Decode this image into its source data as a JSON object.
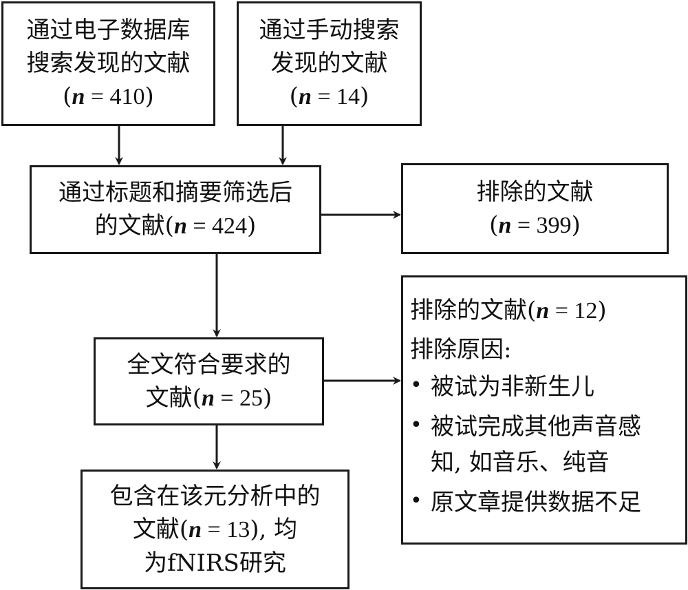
{
  "diagram": {
    "type": "flowchart",
    "nodes": {
      "database_search": {
        "lines": [
          "通过电子数据库",
          "搜索发现的文献"
        ],
        "n_prefix": "(",
        "n_label": "n",
        "n_eq": " = ",
        "n_value": "410",
        "n_suffix": ")"
      },
      "manual_search": {
        "lines": [
          "通过手动搜索",
          "发现的文献"
        ],
        "n_prefix": "(",
        "n_label": "n",
        "n_eq": " = ",
        "n_value": "14",
        "n_suffix": ")"
      },
      "screened": {
        "line1": "通过标题和摘要筛选后",
        "line2_prefix": "的文献(",
        "n_label": "n",
        "n_eq": " = ",
        "n_value": "424",
        "n_suffix": ")"
      },
      "excluded_screening": {
        "line1": "排除的文献",
        "n_prefix": "(",
        "n_label": "n",
        "n_eq": " = ",
        "n_value": "399",
        "n_suffix": ")"
      },
      "full_text": {
        "line1": "全文符合要求的",
        "line2_prefix": "文献(",
        "n_label": "n",
        "n_eq": " = ",
        "n_value": "25",
        "n_suffix": ")"
      },
      "excluded_full_text": {
        "title_prefix": "排除的文献(",
        "n_label": "n",
        "n_eq": " = ",
        "n_value": "12",
        "n_suffix": ")",
        "reasons_heading": "排除原因:",
        "bullet_char": "•",
        "reasons": [
          {
            "lines": [
              "被试为非新生儿"
            ]
          },
          {
            "lines": [
              "被试完成其他声音感",
              "知, 如音乐、纯音"
            ]
          },
          {
            "lines": [
              "原文章提供数据不足"
            ]
          }
        ]
      },
      "included": {
        "line1": "包含在该元分析中的",
        "line2_prefix": "文献(",
        "n_label": "n",
        "n_eq": " = ",
        "n_value": "13",
        "n_suffix": "), 均",
        "line3": "为fNIRS研究"
      }
    },
    "edges": [
      {
        "from": "database_search",
        "to": "screened"
      },
      {
        "from": "manual_search",
        "to": "screened"
      },
      {
        "from": "screened",
        "to": "excluded_screening"
      },
      {
        "from": "screened",
        "to": "full_text"
      },
      {
        "from": "full_text",
        "to": "excluded_full_text"
      },
      {
        "from": "full_text",
        "to": "included"
      }
    ],
    "colors": {
      "line": "#1a1a1a",
      "background": "#ffffff",
      "text": "#111111"
    }
  }
}
